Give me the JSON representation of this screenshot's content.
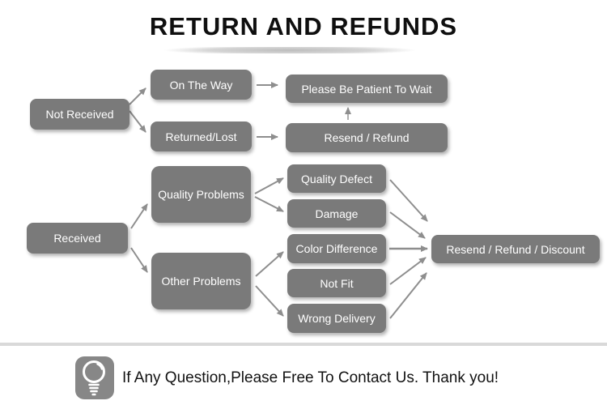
{
  "title": "RETURN AND REFUNDS",
  "flowchart": {
    "nodes": [
      {
        "id": "not-received",
        "label": "Not Received"
      },
      {
        "id": "on-the-way",
        "label": "On The Way"
      },
      {
        "id": "returned-lost",
        "label": "Returned/Lost"
      },
      {
        "id": "please-wait",
        "label": "Please Be Patient To Wait"
      },
      {
        "id": "resend-refund",
        "label": "Resend / Refund"
      },
      {
        "id": "quality-problems",
        "label": "Quality Problems"
      },
      {
        "id": "received",
        "label": "Received"
      },
      {
        "id": "other-problems",
        "label": "Other Problems"
      },
      {
        "id": "quality-defect",
        "label": "Quality Defect"
      },
      {
        "id": "damage",
        "label": "Damage"
      },
      {
        "id": "color-difference",
        "label": "Color Difference"
      },
      {
        "id": "not-fit",
        "label": "Not Fit"
      },
      {
        "id": "wrong-delivery",
        "label": "Wrong Delivery"
      },
      {
        "id": "resend-refund-discount",
        "label": "Resend / Refund / Discount"
      }
    ],
    "edges": [
      {
        "from": "Not Received",
        "to": "On The Way"
      },
      {
        "from": "Not Received",
        "to": "Returned/Lost"
      },
      {
        "from": "On The Way",
        "to": "Please Be Patient To Wait"
      },
      {
        "from": "Returned/Lost",
        "to": "Resend / Refund"
      },
      {
        "from": "Resend / Refund",
        "to": "Please Be Patient To Wait"
      },
      {
        "from": "Received",
        "to": "Quality Problems"
      },
      {
        "from": "Received",
        "to": "Other Problems"
      },
      {
        "from": "Quality Problems",
        "to": "Quality Defect"
      },
      {
        "from": "Quality Problems",
        "to": "Damage"
      },
      {
        "from": "Other Problems",
        "to": "Color Difference"
      },
      {
        "from": "Other Problems",
        "to": "Wrong Delivery"
      },
      {
        "from": "Quality Defect",
        "to": "Resend / Refund / Discount"
      },
      {
        "from": "Damage",
        "to": "Resend / Refund / Discount"
      },
      {
        "from": "Color Difference",
        "to": "Resend / Refund / Discount"
      },
      {
        "from": "Not Fit",
        "to": "Resend / Refund / Discount"
      },
      {
        "from": "Wrong Delivery",
        "to": "Resend / Refund / Discount"
      }
    ]
  },
  "footer": {
    "icon": "light-bulb-icon",
    "message": "If Any Question,Please Free To Contact Us. Thank you!"
  },
  "colors": {
    "node_fill": "#7a7a7a",
    "node_text": "#ffffff",
    "arrow": "#8e8e8e",
    "title_text": "#0f0f0f",
    "divider": "#d9d9d9",
    "icon_bg": "#878787",
    "background": "#ffffff"
  }
}
